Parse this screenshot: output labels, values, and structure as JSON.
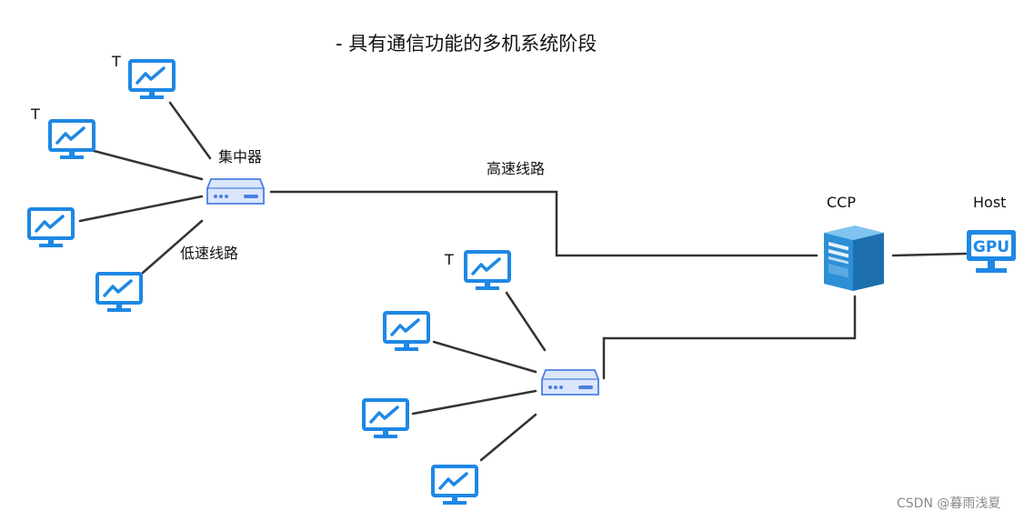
{
  "title": "- 具有通信功能的多机系统阶段",
  "labels": {
    "concentrator": "集中器",
    "low_speed_line": "低速线路",
    "high_speed_line": "高速线路",
    "ccp": "CCP",
    "host": "Host",
    "gpu": "GPU"
  },
  "terminal_labels": [
    "T",
    "T",
    "T"
  ],
  "watermark": "CSDN @暮雨浅夏",
  "colors": {
    "terminal_icon": "#1e88e5",
    "concentrator_fill": "#dbe6fb",
    "concentrator_stroke": "#4a7fe0",
    "server_blue": "#2d8fd5",
    "line": "#333333"
  },
  "icons": {
    "terminal": "monitor-chart-icon",
    "concentrator": "hub-icon",
    "ccp": "server-tower-icon",
    "host": "gpu-monitor-icon"
  }
}
